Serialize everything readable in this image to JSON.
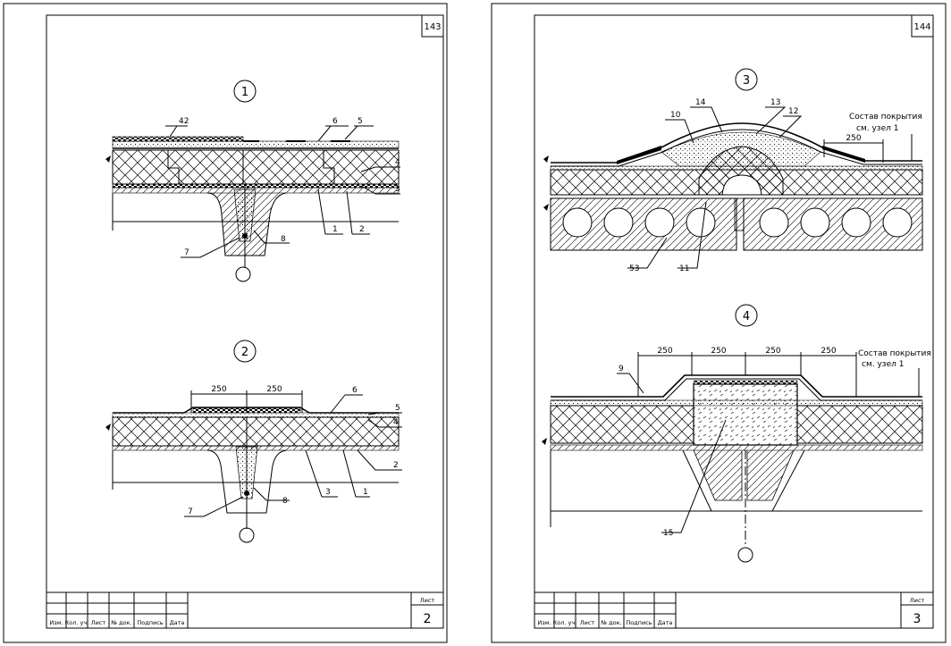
{
  "sheet_left": {
    "page_number": "143",
    "detail_1": {
      "marker": "1",
      "callouts": [
        "42",
        "6",
        "5",
        "4",
        "3",
        "2",
        "1",
        "8",
        "7"
      ]
    },
    "detail_2": {
      "marker": "2",
      "dimensions": [
        "250",
        "250"
      ],
      "callouts": [
        "6",
        "5",
        "4",
        "2",
        "1",
        "3",
        "8",
        "7"
      ]
    },
    "title_block": {
      "columns": [
        "Изм.",
        "Кол. уч.",
        "Лист",
        "№ док.",
        "Подпись",
        "Дата"
      ],
      "sheet_label": "Лист",
      "sheet_number": "2"
    }
  },
  "sheet_right": {
    "page_number": "144",
    "detail_3": {
      "marker": "3",
      "callouts": [
        "10",
        "14",
        "13",
        "12",
        "53",
        "11"
      ],
      "dimension": "250",
      "note_line1": "Состав покрытия",
      "note_line2": "см. узел 1"
    },
    "detail_4": {
      "marker": "4",
      "callouts": [
        "9",
        "15"
      ],
      "dimensions": [
        "250",
        "250",
        "250",
        "250"
      ],
      "note_line1": "Состав покрытия",
      "note_line2": "см. узел 1"
    },
    "title_block": {
      "columns": [
        "Изм.",
        "Кол. уч.",
        "Лист",
        "№ док.",
        "Подпись",
        "Дата"
      ],
      "sheet_label": "Лист",
      "sheet_number": "3"
    }
  }
}
